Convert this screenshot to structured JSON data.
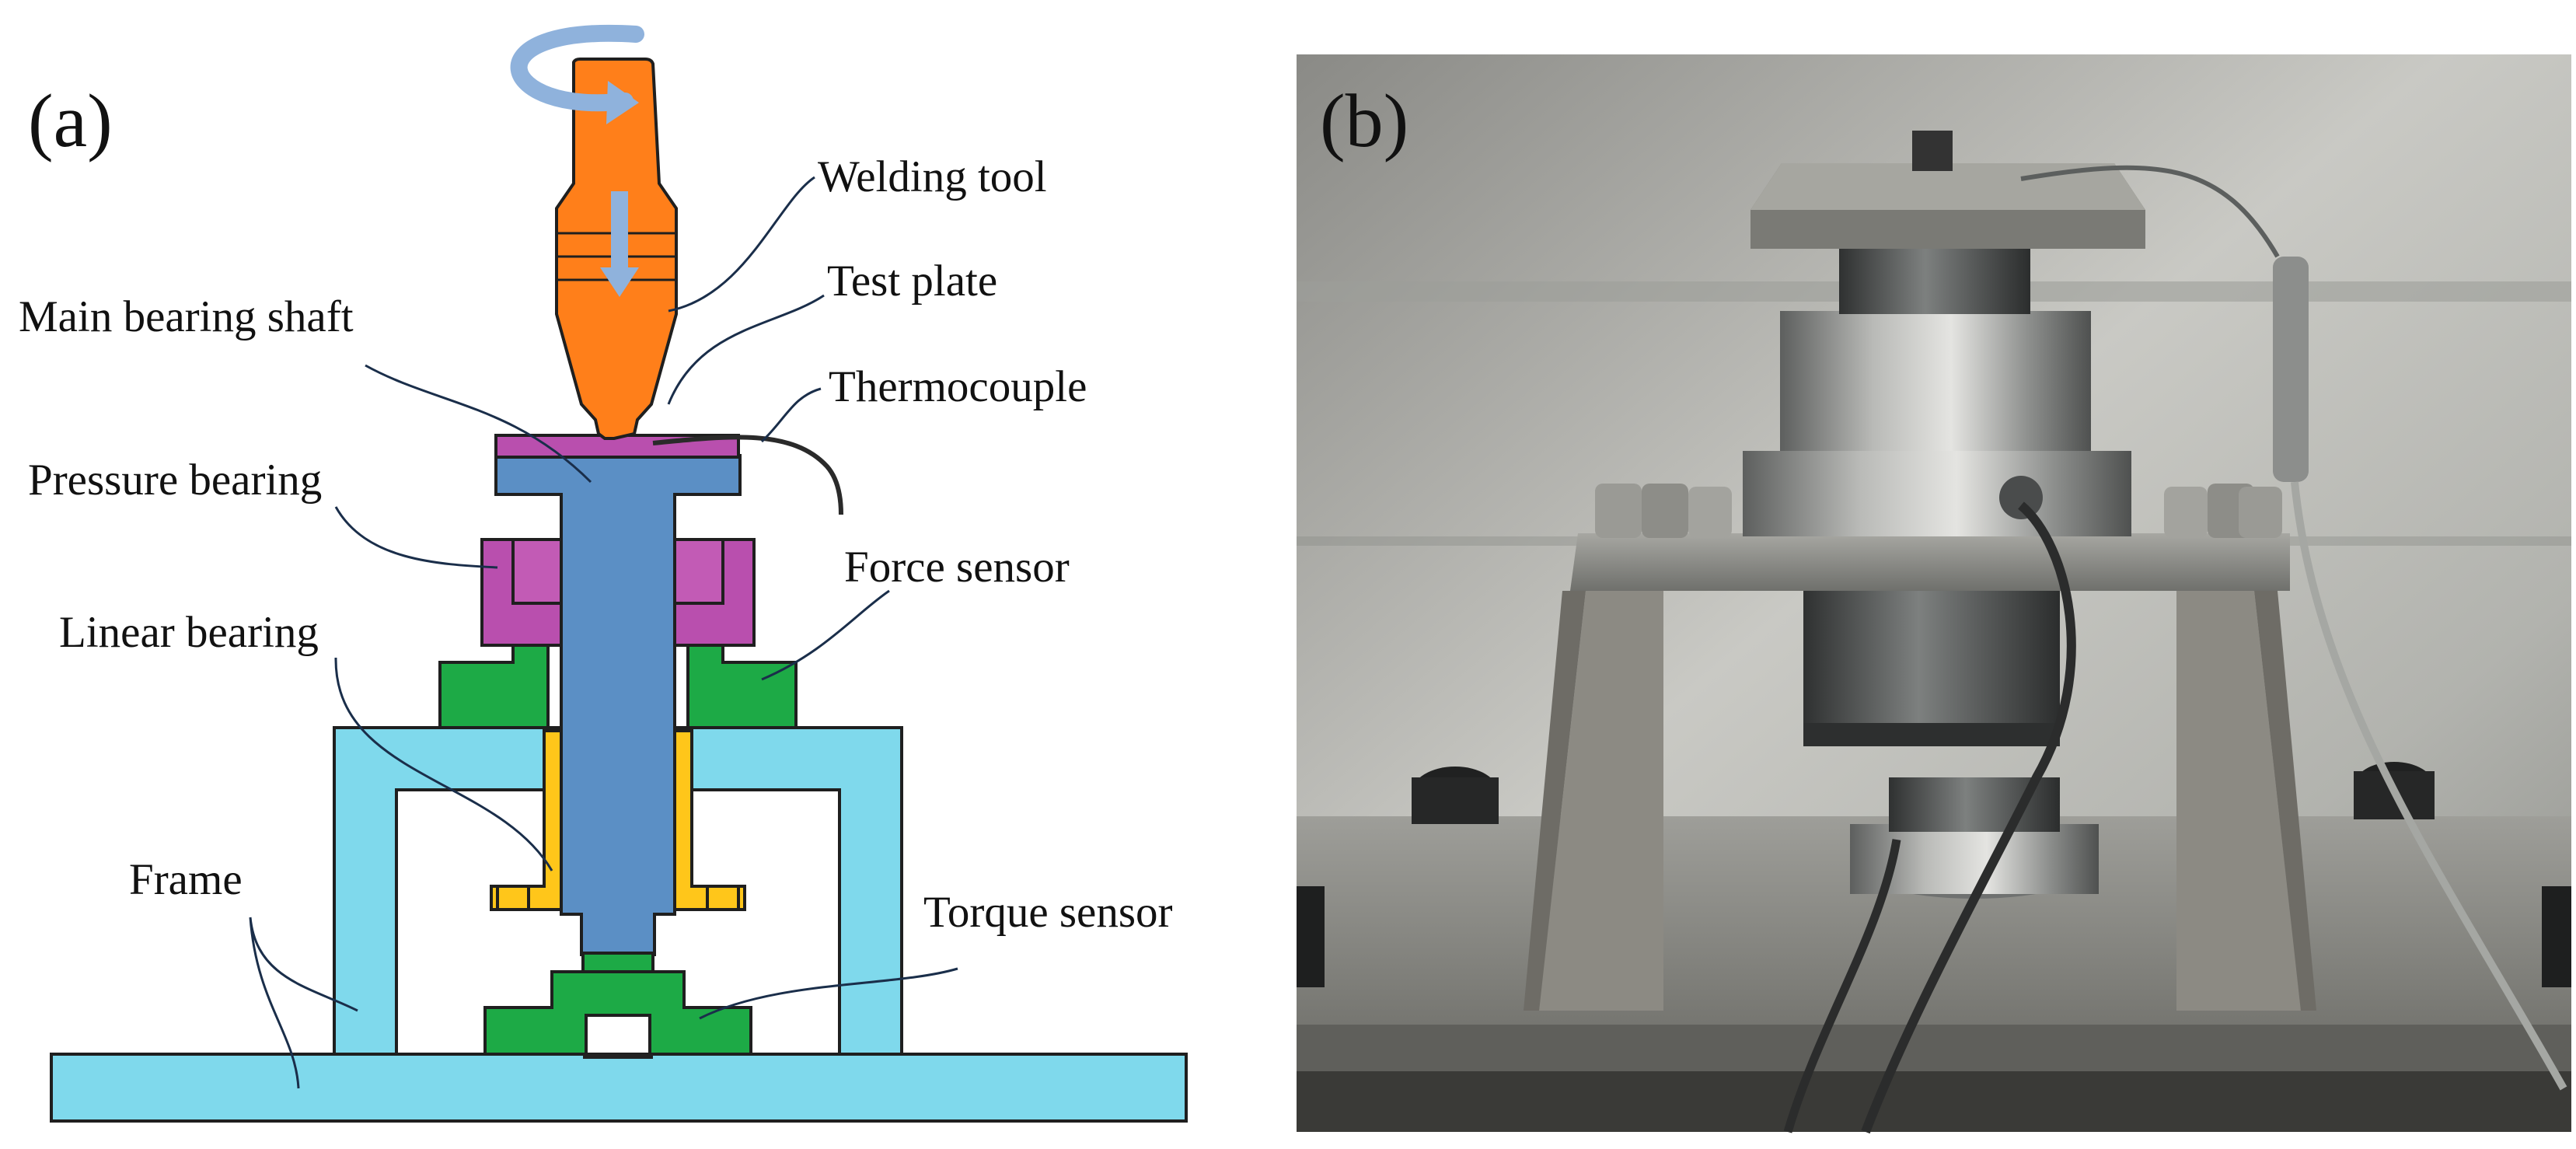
{
  "panels": {
    "a": {
      "label": "(a)"
    },
    "b": {
      "label": "(b)"
    }
  },
  "labels": {
    "welding_tool": "Welding tool",
    "test_plate": "Test plate",
    "main_bearing_shaft": "Main bearing shaft",
    "thermocouple": "Thermocouple",
    "pressure_bearing": "Pressure bearing",
    "force_sensor": "Force sensor",
    "linear_bearing": "Linear bearing",
    "frame": "Frame",
    "torque_sensor": "Torque sensor"
  },
  "colors": {
    "welding_tool": "#ff7f1a",
    "test_plate": "#b94fae",
    "shaft": "#5b8fc5",
    "pressure_bearing": "#b94fae",
    "sensors": "#1daa46",
    "linear_bearing": "#ffc61a",
    "frame": "#7fd9ec",
    "arrows": "#8fb2dc"
  }
}
